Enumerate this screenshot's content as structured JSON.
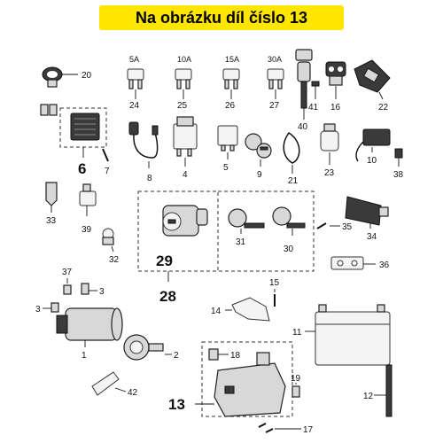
{
  "title": "Na obrázku díl číslo 13",
  "labels": {
    "l1": "1",
    "l2": "2",
    "l3a": "3",
    "l3b": "3",
    "l4": "4",
    "l5": "5",
    "l6": "6",
    "l7": "7",
    "l8": "8",
    "l9": "9",
    "l10": "10",
    "l11": "11",
    "l12": "12",
    "l13": "13",
    "l14": "14",
    "l15": "15",
    "l16": "16",
    "l17": "17",
    "l18": "18",
    "l19": "19",
    "l20": "20",
    "l21": "21",
    "l22": "22",
    "l23": "23",
    "l24": "24",
    "l25": "25",
    "l26": "26",
    "l27": "27",
    "l28": "28",
    "l29": "29",
    "l30": "30",
    "l31": "31",
    "l32": "32",
    "l33": "33",
    "l34": "34",
    "l35": "35",
    "l36": "36",
    "l37": "37",
    "l38": "38",
    "l39": "39",
    "l40": "40",
    "l41": "41",
    "l42": "42"
  },
  "fuses": {
    "f5": "5A",
    "f10": "10A",
    "f15": "15A",
    "f30": "30A"
  }
}
